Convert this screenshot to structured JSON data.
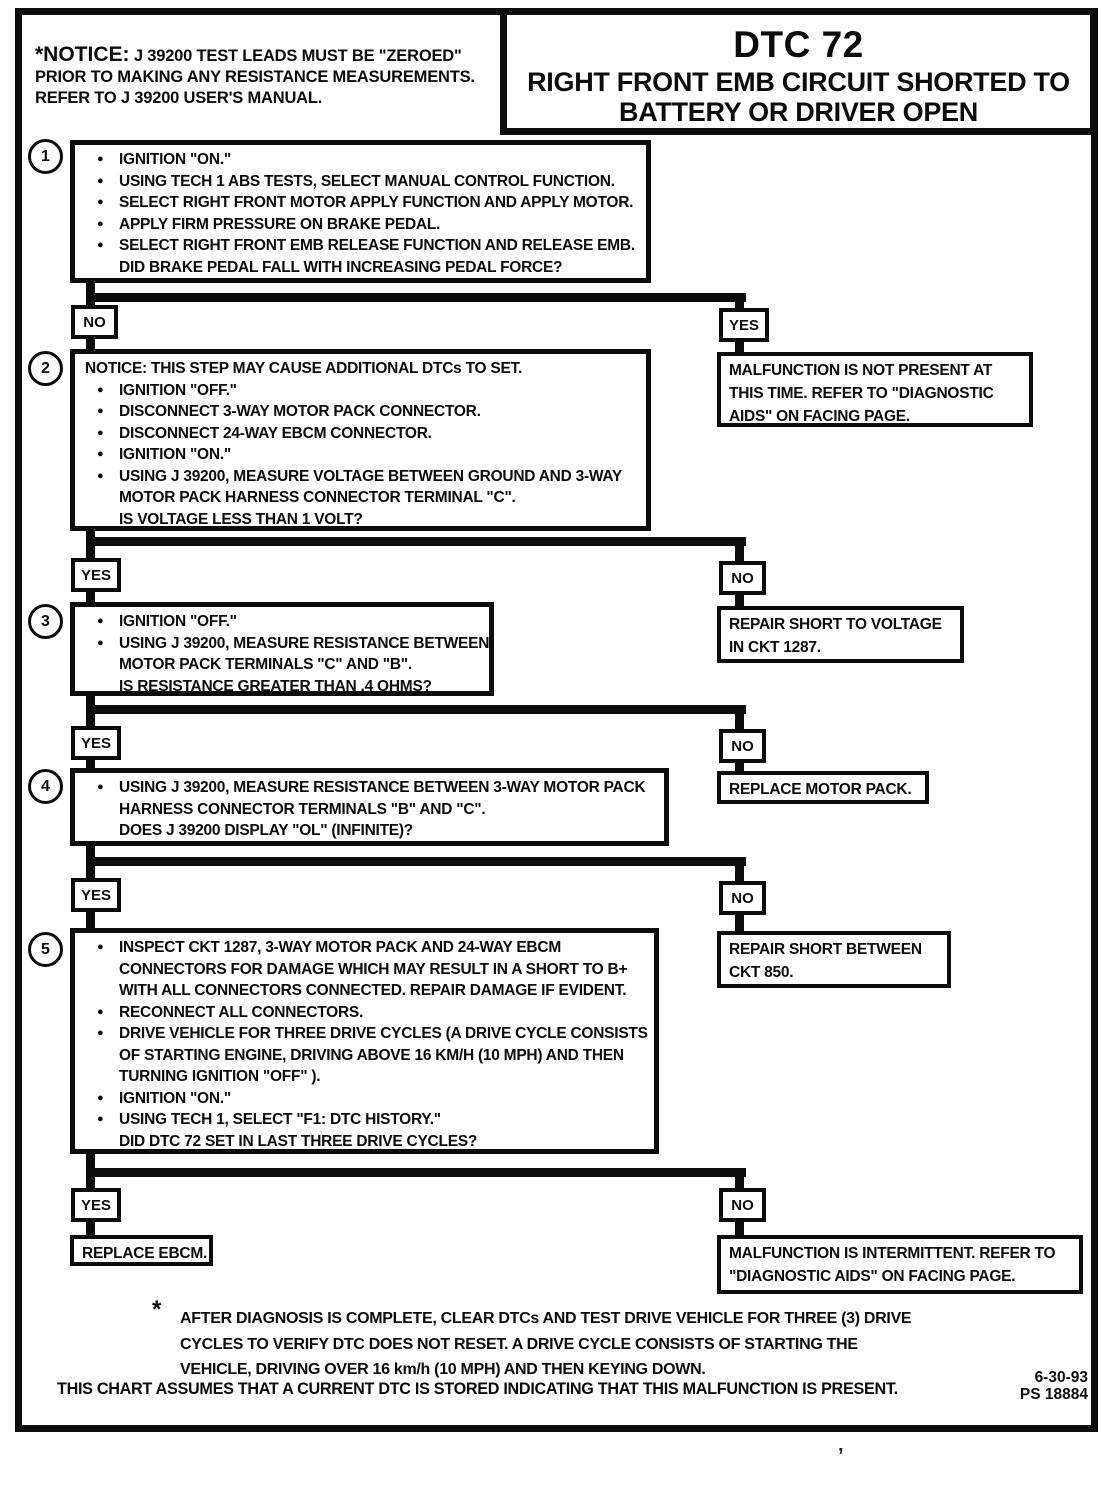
{
  "icons": {
    "bullet": "●"
  },
  "notice": {
    "prefix": "*NOTICE:",
    "line1_rest": " J 39200 TEST LEADS MUST BE \"ZEROED\"",
    "line2": "PRIOR TO MAKING ANY RESISTANCE MEASUREMENTS.",
    "line3": "REFER TO  J 39200 USER'S MANUAL."
  },
  "title": {
    "main": "DTC 72",
    "sub1": "RIGHT FRONT EMB CIRCUIT SHORTED TO",
    "sub2": "BATTERY OR DRIVER OPEN"
  },
  "steps": [
    {
      "number": "1",
      "lines": [
        {
          "kind": "b",
          "text": "IGNITION \"ON.\""
        },
        {
          "kind": "b",
          "text": "USING TECH 1 ABS TESTS, SELECT MANUAL CONTROL FUNCTION."
        },
        {
          "kind": "b",
          "text": "SELECT RIGHT FRONT MOTOR APPLY FUNCTION AND APPLY MOTOR."
        },
        {
          "kind": "b",
          "text": "APPLY FIRM PRESSURE ON BRAKE PEDAL."
        },
        {
          "kind": "b",
          "text": "SELECT RIGHT FRONT EMB RELEASE FUNCTION AND RELEASE EMB."
        },
        {
          "kind": "cont",
          "text": "DID BRAKE PEDAL FALL WITH INCREASING PEDAL FORCE?"
        }
      ]
    },
    {
      "number": "2",
      "lines": [
        {
          "kind": "lead",
          "text": "NOTICE:  THIS STEP MAY CAUSE ADDITIONAL DTCs TO SET."
        },
        {
          "kind": "b",
          "text": "IGNITION \"OFF.\""
        },
        {
          "kind": "b",
          "text": "DISCONNECT 3-WAY MOTOR PACK CONNECTOR."
        },
        {
          "kind": "b",
          "text": "DISCONNECT 24-WAY EBCM CONNECTOR."
        },
        {
          "kind": "b",
          "text": "IGNITION \"ON.\""
        },
        {
          "kind": "b",
          "text": "USING J 39200, MEASURE VOLTAGE BETWEEN GROUND AND 3-WAY"
        },
        {
          "kind": "cont",
          "text": "MOTOR PACK HARNESS CONNECTOR TERMINAL \"C\"."
        },
        {
          "kind": "cont",
          "text": "IS VOLTAGE LESS THAN 1 VOLT?"
        }
      ]
    },
    {
      "number": "3",
      "lines": [
        {
          "kind": "b",
          "text": "IGNITION  \"OFF.\""
        },
        {
          "kind": "b",
          "text": "USING J 39200, MEASURE RESISTANCE BETWEEN"
        },
        {
          "kind": "cont",
          "text": "MOTOR PACK TERMINALS \"C\" AND \"B\"."
        },
        {
          "kind": "cont",
          "text": "IS RESISTANCE GREATER THAN .4 OHMS?"
        }
      ]
    },
    {
      "number": "4",
      "lines": [
        {
          "kind": "b",
          "text": "USING J 39200, MEASURE RESISTANCE BETWEEN 3-WAY MOTOR PACK"
        },
        {
          "kind": "cont",
          "text": "HARNESS CONNECTOR TERMINALS \"B\" AND \"C\"."
        },
        {
          "kind": "cont",
          "text": "DOES J 39200 DISPLAY \"OL\" (INFINITE)?"
        }
      ]
    },
    {
      "number": "5",
      "lines": [
        {
          "kind": "b",
          "text": "INSPECT CKT 1287, 3-WAY MOTOR PACK AND 24-WAY EBCM"
        },
        {
          "kind": "cont",
          "text": "CONNECTORS FOR DAMAGE WHICH MAY RESULT IN A SHORT TO B+"
        },
        {
          "kind": "cont",
          "text": "WITH ALL CONNECTORS CONNECTED.  REPAIR DAMAGE IF EVIDENT."
        },
        {
          "kind": "b",
          "text": "RECONNECT ALL CONNECTORS."
        },
        {
          "kind": "b",
          "text": "DRIVE VEHICLE FOR THREE DRIVE CYCLES (A DRIVE CYCLE CONSISTS"
        },
        {
          "kind": "cont",
          "text": "OF STARTING ENGINE, DRIVING ABOVE 16 KM/H (10 MPH) AND THEN"
        },
        {
          "kind": "cont",
          "text": "TURNING IGNITION \"OFF\" )."
        },
        {
          "kind": "b",
          "text": "IGNITION \"ON.\""
        },
        {
          "kind": "b",
          "text": "USING TECH 1, SELECT \"F1: DTC HISTORY.\""
        },
        {
          "kind": "cont",
          "text": "DID DTC 72 SET IN LAST THREE DRIVE CYCLES?"
        }
      ]
    }
  ],
  "branches": [
    {
      "left": "NO",
      "right": "YES"
    },
    {
      "left": "YES",
      "right": "NO"
    },
    {
      "left": "YES",
      "right": "NO"
    },
    {
      "left": "YES",
      "right": "NO"
    },
    {
      "left": "YES",
      "right": "NO"
    }
  ],
  "outcomes": {
    "not_present": {
      "line1": "MALFUNCTION IS NOT PRESENT AT",
      "line2": "THIS TIME.  REFER TO \"DIAGNOSTIC",
      "line3": "AIDS\" ON FACING PAGE."
    },
    "repair_voltage": {
      "line1": "REPAIR SHORT TO VOLTAGE",
      "line2": "IN CKT 1287."
    },
    "replace_motor_pack": {
      "line1": "REPLACE MOTOR PACK."
    },
    "repair_850": {
      "line1": "REPAIR SHORT BETWEEN",
      "line2": "CKT 850."
    },
    "replace_ebcm": {
      "line1": "REPLACE EBCM."
    },
    "intermittent": {
      "line1": "MALFUNCTION IS INTERMITTENT.  REFER TO",
      "line2": "\"DIAGNOSTIC AIDS\" ON FACING PAGE."
    }
  },
  "footnote": {
    "marker": "*",
    "line1": "AFTER DIAGNOSIS IS COMPLETE, CLEAR DTCs AND TEST DRIVE VEHICLE FOR THREE (3) DRIVE",
    "line2": "CYCLES TO VERIFY DTC DOES NOT RESET.  A DRIVE CYCLE CONSISTS OF STARTING THE",
    "line3": "VEHICLE, DRIVING OVER 16 km/h (10 MPH) AND THEN KEYING DOWN."
  },
  "assumption": "THIS CHART ASSUMES THAT A CURRENT DTC IS STORED INDICATING THAT THIS MALFUNCTION IS PRESENT.",
  "footer": {
    "date": "6-30-93",
    "ps": "PS 18884"
  },
  "stray_mark": "’"
}
